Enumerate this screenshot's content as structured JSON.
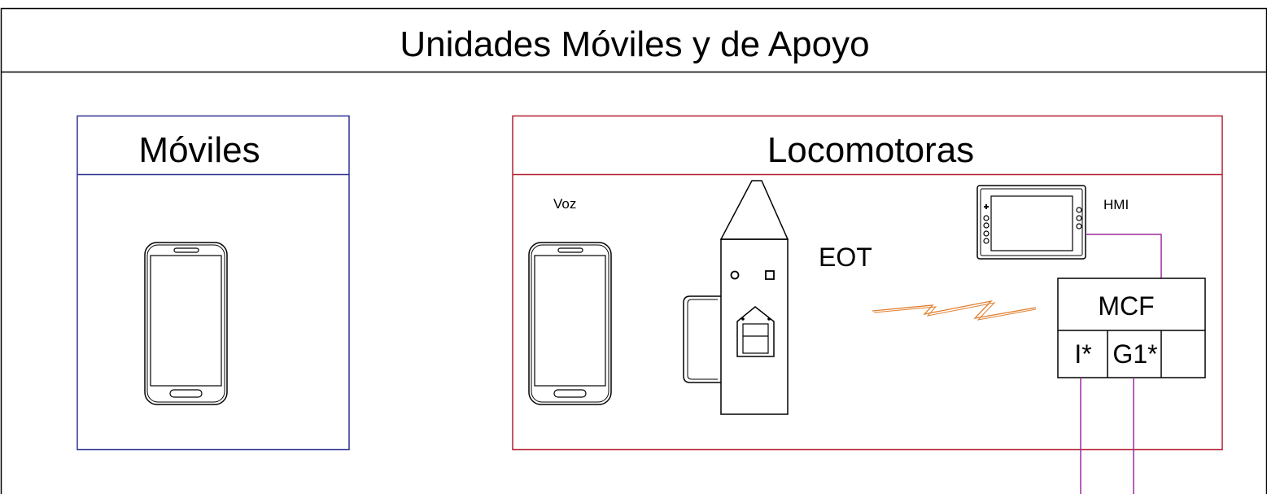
{
  "title": "Unidades Móviles y de Apoyo",
  "moviles": {
    "title": "Móviles",
    "border_color": "#2e3192",
    "device_icon": "smartphone-icon"
  },
  "locomotoras": {
    "title": "Locomotoras",
    "border_color": "#b22030",
    "voz": {
      "label": "Voz",
      "icon": "smartphone-icon"
    },
    "eot": {
      "label": "EOT",
      "icon": "eot-device-icon"
    },
    "radio_link": {
      "icon": "radio-link-icon",
      "color": "#e08030"
    },
    "hmi": {
      "label": "HMI",
      "icon": "hmi-display-icon"
    },
    "mcf": {
      "label": "MCF",
      "ports": [
        "I*",
        "G1*"
      ]
    },
    "wire_color": "#9b2ca0"
  }
}
